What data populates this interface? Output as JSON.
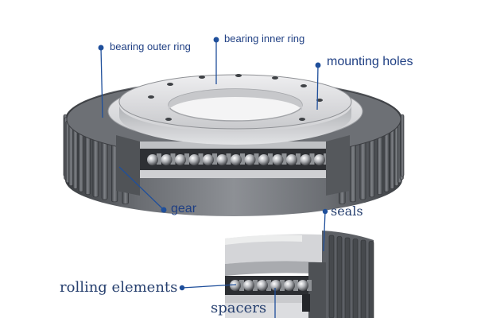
{
  "labels": {
    "outer_ring": "bearing outer ring",
    "inner_ring": "bearing inner ring",
    "mounting_holes": "mounting holes",
    "gear": "gear",
    "seals": "seals",
    "rolling_elements": "rolling elements",
    "spacers": "spacers"
  },
  "colors": {
    "callout": "#1f4f9b",
    "metal_dark": "#4f5156",
    "metal_light": "#d9dadc"
  }
}
